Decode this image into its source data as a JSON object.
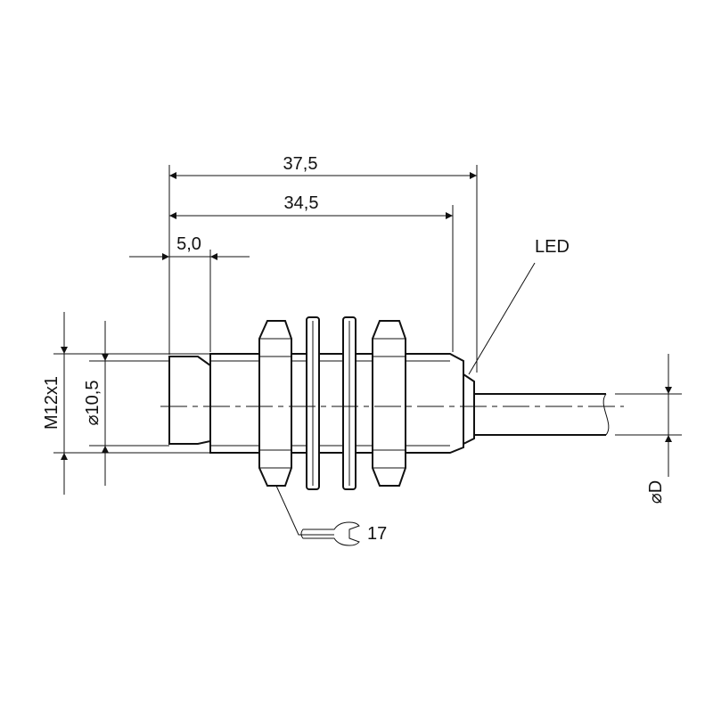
{
  "dimensions": {
    "overall_length": "37,5",
    "body_length": "34,5",
    "face_length": "5,0",
    "thread": "M12x1",
    "face_diameter": "10,5",
    "cable_diameter": "D"
  },
  "callouts": {
    "led": "LED",
    "wrench_size": "17"
  },
  "symbols": {
    "diameter": "⌀"
  },
  "colors": {
    "line": "#111111",
    "background": "#ffffff"
  }
}
